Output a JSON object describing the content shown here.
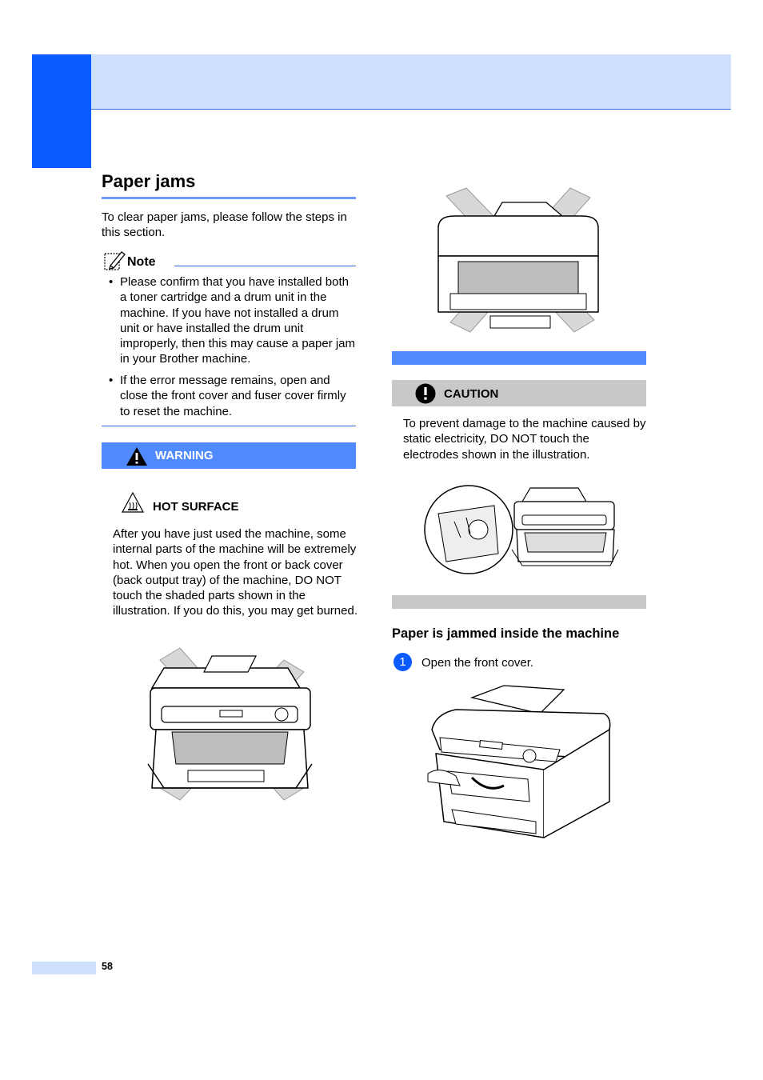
{
  "section": {
    "title": "Paper jams",
    "intro": "To clear paper jams, please follow the steps in this section."
  },
  "note": {
    "label": "Note",
    "bullets": [
      "Please confirm that you have installed both a toner cartridge and a drum unit in the machine. If you have not installed a drum unit or have installed the drum unit improperly, then this may cause a paper jam in your Brother machine.",
      "If the error message remains, open and close the front cover and fuser cover firmly to reset the machine."
    ]
  },
  "warning": {
    "label": "WARNING",
    "hot_surface": "HOT SURFACE",
    "text": "After you have just used the machine, some internal parts of the machine will be extremely hot. When you open the front or back cover (back output tray) of the machine, DO NOT touch the shaded parts shown in the illustration. If you do this, you may get burned."
  },
  "caution": {
    "label": "CAUTION",
    "text": "To prevent damage to the machine caused by static electricity, DO NOT touch the electrodes shown in the illustration."
  },
  "subsection": {
    "title": "Paper is jammed inside the machine",
    "step_number": "1",
    "step_text": "Open the front cover."
  },
  "page_number": "58",
  "icons": [
    "note-pencil-icon",
    "warning-triangle-icon",
    "hot-surface-icon",
    "caution-icon"
  ],
  "colors": {
    "accent": "#0a5bff",
    "band": "#cfe0ff",
    "warning": "#4f8bff",
    "caution": "#c8c8c8"
  }
}
